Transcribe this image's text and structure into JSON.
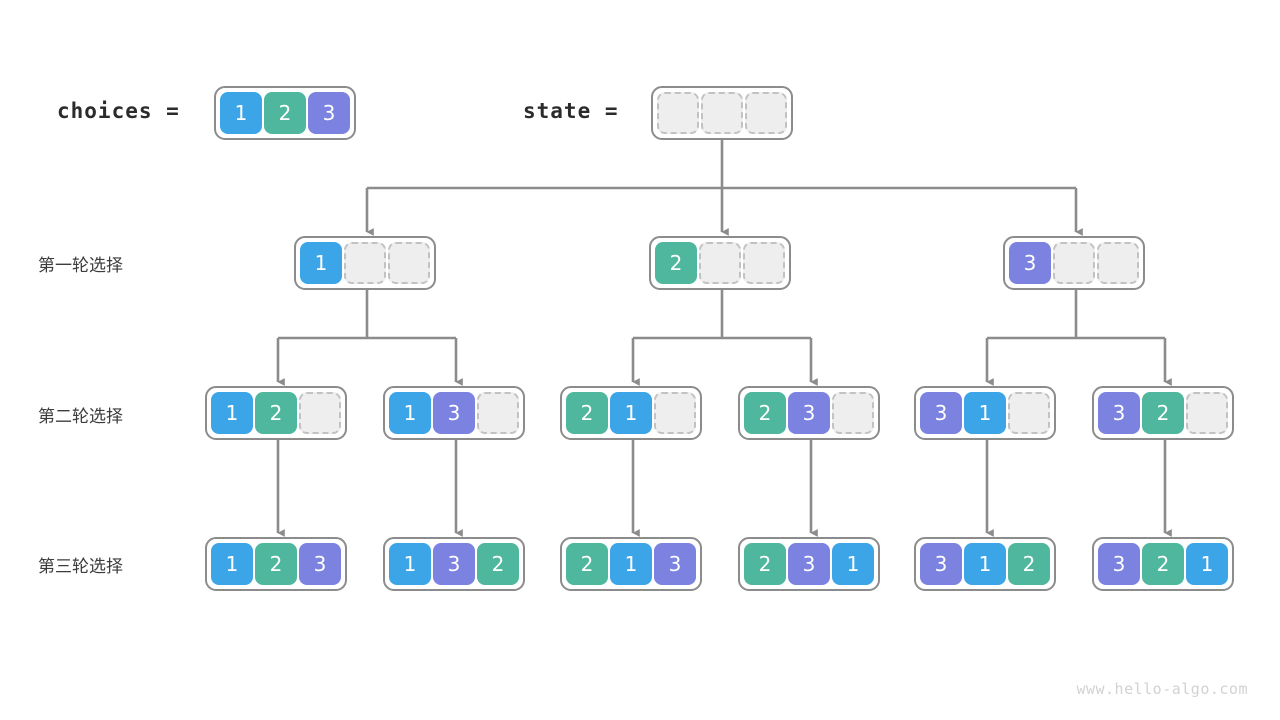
{
  "meta": {
    "watermark": "www.hello-algo.com",
    "background": "#ffffff"
  },
  "palette": {
    "value_1": "#3ba5e8",
    "value_2": "#4eb79d",
    "value_3": "#7b82e0",
    "empty_fill": "#eeeeee",
    "empty_border": "#c2c2c2",
    "node_border": "#8c8c8c",
    "edge": "#8c8c8c",
    "text": "#3c3c3c"
  },
  "header": {
    "choices_label": "choices =",
    "choices_values": [
      "1",
      "2",
      "3"
    ],
    "state_label": "state =",
    "state_values": [
      "",
      "",
      ""
    ]
  },
  "rows": [
    {
      "label": "第一轮选择",
      "nodes": [
        {
          "values": [
            "1",
            "",
            ""
          ]
        },
        {
          "values": [
            "2",
            "",
            ""
          ]
        },
        {
          "values": [
            "3",
            "",
            ""
          ]
        }
      ]
    },
    {
      "label": "第二轮选择",
      "nodes": [
        {
          "values": [
            "1",
            "2",
            ""
          ]
        },
        {
          "values": [
            "1",
            "3",
            ""
          ]
        },
        {
          "values": [
            "2",
            "1",
            ""
          ]
        },
        {
          "values": [
            "2",
            "3",
            ""
          ]
        },
        {
          "values": [
            "3",
            "1",
            ""
          ]
        },
        {
          "values": [
            "3",
            "2",
            ""
          ]
        }
      ]
    },
    {
      "label": "第三轮选择",
      "nodes": [
        {
          "values": [
            "1",
            "2",
            "3"
          ]
        },
        {
          "values": [
            "1",
            "3",
            "2"
          ]
        },
        {
          "values": [
            "2",
            "1",
            "3"
          ]
        },
        {
          "values": [
            "2",
            "3",
            "1"
          ]
        },
        {
          "values": [
            "3",
            "1",
            "2"
          ]
        },
        {
          "values": [
            "3",
            "2",
            "1"
          ]
        }
      ]
    }
  ]
}
